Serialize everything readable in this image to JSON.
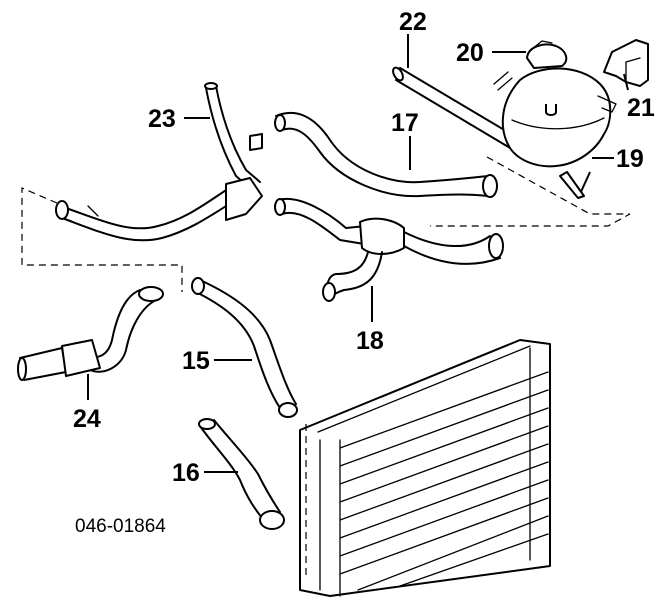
{
  "diagram": {
    "callouts": {
      "c15": "15",
      "c16": "16",
      "c17": "17",
      "c18": "18",
      "c19": "19",
      "c20": "20",
      "c21": "21",
      "c22": "22",
      "c23": "23",
      "c24": "24"
    },
    "part_number": "046-01864"
  }
}
